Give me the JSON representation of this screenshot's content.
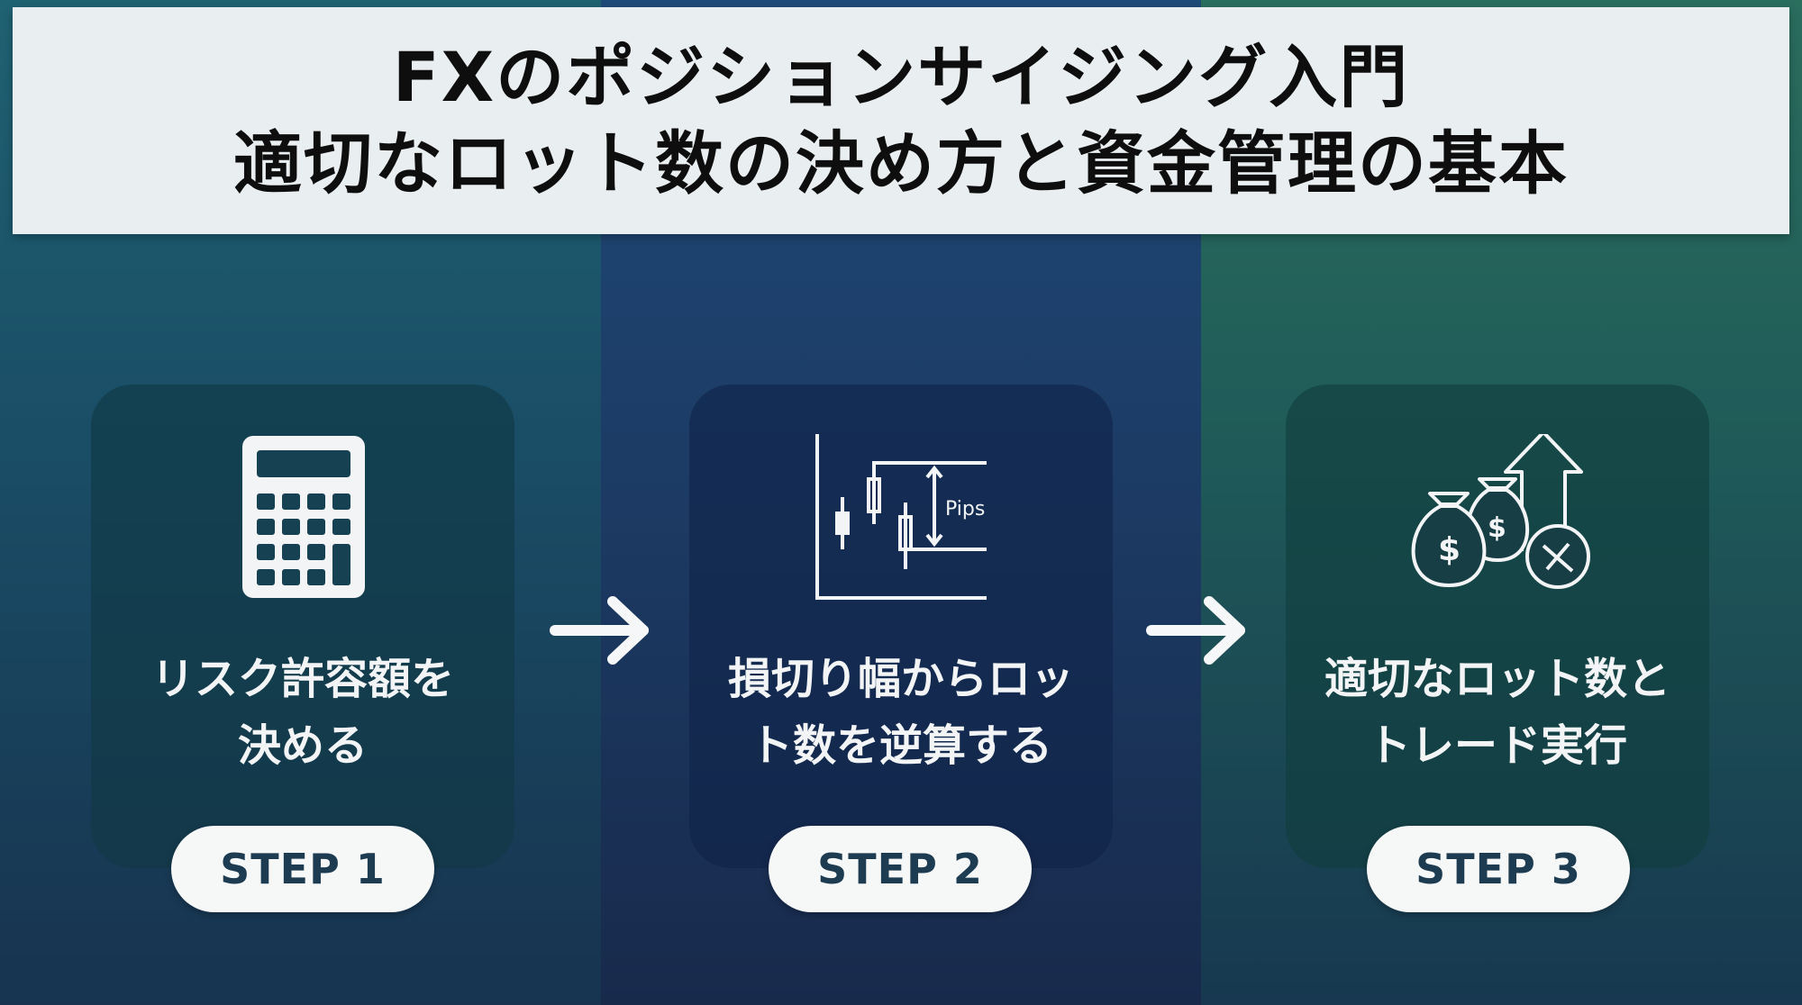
{
  "title": {
    "line1": "FXのポジションサイジング入門",
    "line2": "適切なロット数の決め方と資金管理の基本"
  },
  "steps": [
    {
      "icon": "calculator-icon",
      "text": "リスク許容額を\n決める",
      "badge": "STEP 1"
    },
    {
      "icon": "candlestick-chart-icon",
      "icon_label": "Pips",
      "text": "損切り幅からロッ\nト数を逆算する",
      "badge": "STEP 2"
    },
    {
      "icon": "money-bags-icon",
      "text": "適切なロット数と\nトレード実行",
      "badge": "STEP 3"
    }
  ],
  "arrows": [
    "right-arrow-icon",
    "right-arrow-icon"
  ],
  "colors": {
    "title_bg": "#e9eef0",
    "title_text": "#0e0e0e",
    "card_text": "#f2f4f5",
    "badge_bg": "#f6f7f7",
    "badge_text": "#1d3c52",
    "icon_stroke": "#f2f4f5"
  }
}
